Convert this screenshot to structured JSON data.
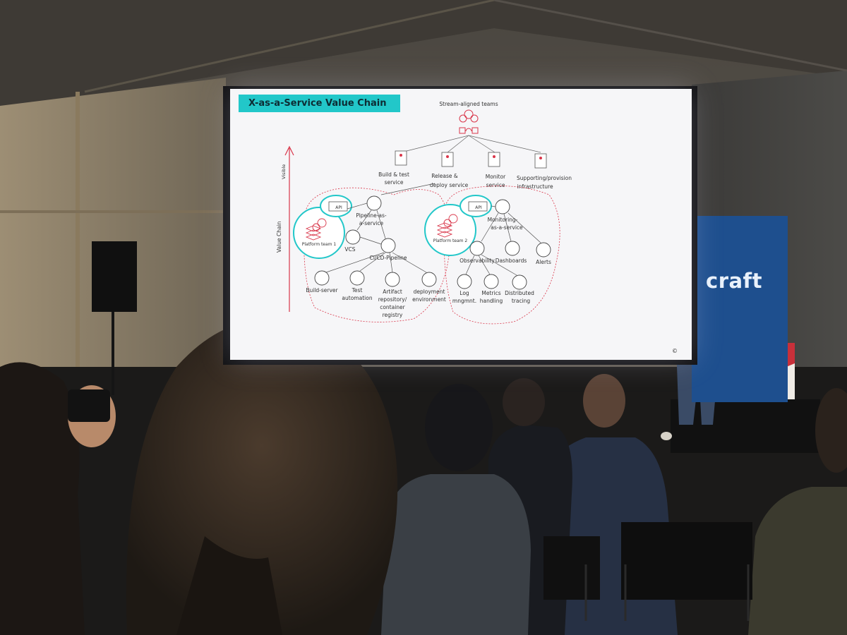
{
  "slide": {
    "title": "X-as-a-Service Value Chain",
    "top_label": "Stream-aligned teams",
    "axis_label": "Value Chain",
    "axis_top_label": "Visible",
    "services": [
      {
        "line1": "Build & test",
        "line2": "service"
      },
      {
        "line1": "Release &",
        "line2": "deploy service"
      },
      {
        "line1": "Monitor",
        "line2": "service"
      },
      {
        "line1": "Supporting/provision",
        "line2": "infrastructure"
      }
    ],
    "platform_team_1": "Platform team 1",
    "platform_team_2": "Platform team 2",
    "api_label": "API",
    "left_cluster": {
      "pipeline": [
        "Pipeline-as-",
        "a-service"
      ],
      "vcs": "VCS",
      "cicd": "CI/CD-Pipeline",
      "leaves": [
        [
          "Build-server"
        ],
        [
          "Test",
          "automation"
        ],
        [
          "Artifact",
          "repository/",
          "container",
          "registry"
        ],
        [
          "deployment",
          "environment"
        ]
      ]
    },
    "right_cluster": {
      "monitoring": [
        "Monitoring-",
        "as-a-service"
      ],
      "mid": [
        "Observability",
        "Dashboards",
        "Alerts"
      ],
      "leaves": [
        [
          "Log",
          "mngmnt."
        ],
        [
          "Metrics",
          "handling"
        ],
        [
          "Distributed",
          "tracing"
        ]
      ]
    },
    "copyright_mark": "©"
  },
  "banner": {
    "word": "craft"
  },
  "colors": {
    "title_bg": "#22c7c9",
    "accent_red": "#d9364a",
    "banner_blue": "#1e4f8e",
    "podium_red": "#c8303a"
  }
}
